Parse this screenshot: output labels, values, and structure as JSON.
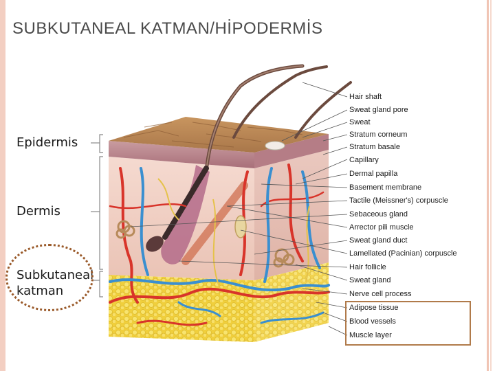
{
  "title": "SUBKUTANEAL KATMAN/HİPODERMİS",
  "left_labels": {
    "epidermis": "Epidermis",
    "dermis": "Dermis",
    "subcutaneous_line1": "Subkutaneal",
    "subcutaneous_line2": "katman"
  },
  "right_labels": [
    "Hair shaft",
    "Sweat gland pore",
    "Sweat",
    "Stratum corneum",
    "Stratum basale",
    "Capillary",
    "Dermal papilla",
    "Basement membrane",
    "Tactile (Meissner's) corpuscle",
    "Sebaceous gland",
    "Arrector pili muscle",
    "Sweat gland duct",
    "Lamellated (Pacinian) corpuscle",
    "Hair follicle",
    "Sweat gland",
    "Nerve cell process",
    "Adipose tissue",
    "Blood vessels",
    "Muscle layer"
  ],
  "colors": {
    "title": "#4a4a4a",
    "frame_accent": "#f3cfc2",
    "highlight_border": "#b07a4a",
    "circle_border": "#9a5a2a",
    "epidermis": "#b5835a",
    "dermis": "#f2d3c6",
    "fat": "#f3d64a",
    "artery": "#d8342a",
    "vein": "#3a8fd0"
  }
}
